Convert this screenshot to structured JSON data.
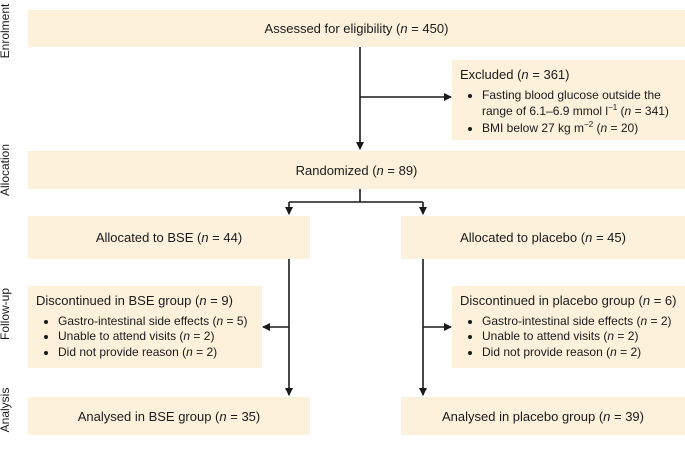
{
  "stages": {
    "enrolment": "Enrolment",
    "allocation": "Allocation",
    "follow_up": "Follow-up",
    "analysis": "Analysis"
  },
  "assessed": {
    "label": "Assessed for eligibility (",
    "n_var": "n",
    "count": " = 450)"
  },
  "excluded": {
    "label": "Excluded (",
    "n_var": "n",
    "count": " = 361)",
    "items": [
      {
        "pre": "Fasting blood glucose outside the range of 6.1–6.9 mmol l",
        "sup": "−1",
        "post": " (",
        "n": "n",
        "count": " = 341)"
      },
      {
        "pre": "BMI below 27 kg m",
        "sup": "−2",
        "post": " (",
        "n": "n",
        "count": " = 20)"
      }
    ]
  },
  "randomized": {
    "label": "Randomized (",
    "n_var": "n",
    "count": " = 89)"
  },
  "alloc_bse": {
    "label": "Allocated to BSE (",
    "n_var": "n",
    "count": " = 44)"
  },
  "alloc_placebo": {
    "label": "Allocated to placebo (",
    "n_var": "n",
    "count": " = 45)"
  },
  "disc_bse": {
    "label": "Discontinued in BSE group (",
    "n_var": "n",
    "count": " = 9)",
    "items": [
      {
        "pre": "Gastro-intestinal side effects (",
        "n": "n",
        "count": " = 5)"
      },
      {
        "pre": "Unable to attend visits (",
        "n": "n",
        "count": " = 2)"
      },
      {
        "pre": "Did not provide reason (",
        "n": "n",
        "count": " = 2)"
      }
    ]
  },
  "disc_placebo": {
    "label": "Discontinued in placebo group (",
    "n_var": "n",
    "count": " = 6)",
    "items": [
      {
        "pre": "Gastro-intestinal side effects (",
        "n": "n",
        "count": " = 2)"
      },
      {
        "pre": "Unable to attend visits (",
        "n": "n",
        "count": " = 2)"
      },
      {
        "pre": "Did not provide reason (",
        "n": "n",
        "count": " = 2)"
      }
    ]
  },
  "analysed_bse": {
    "label": "Analysed in BSE group (",
    "n_var": "n",
    "count": " = 35)"
  },
  "analysed_placebo": {
    "label": "Analysed in placebo group (",
    "n_var": "n",
    "count": " = 39)"
  }
}
